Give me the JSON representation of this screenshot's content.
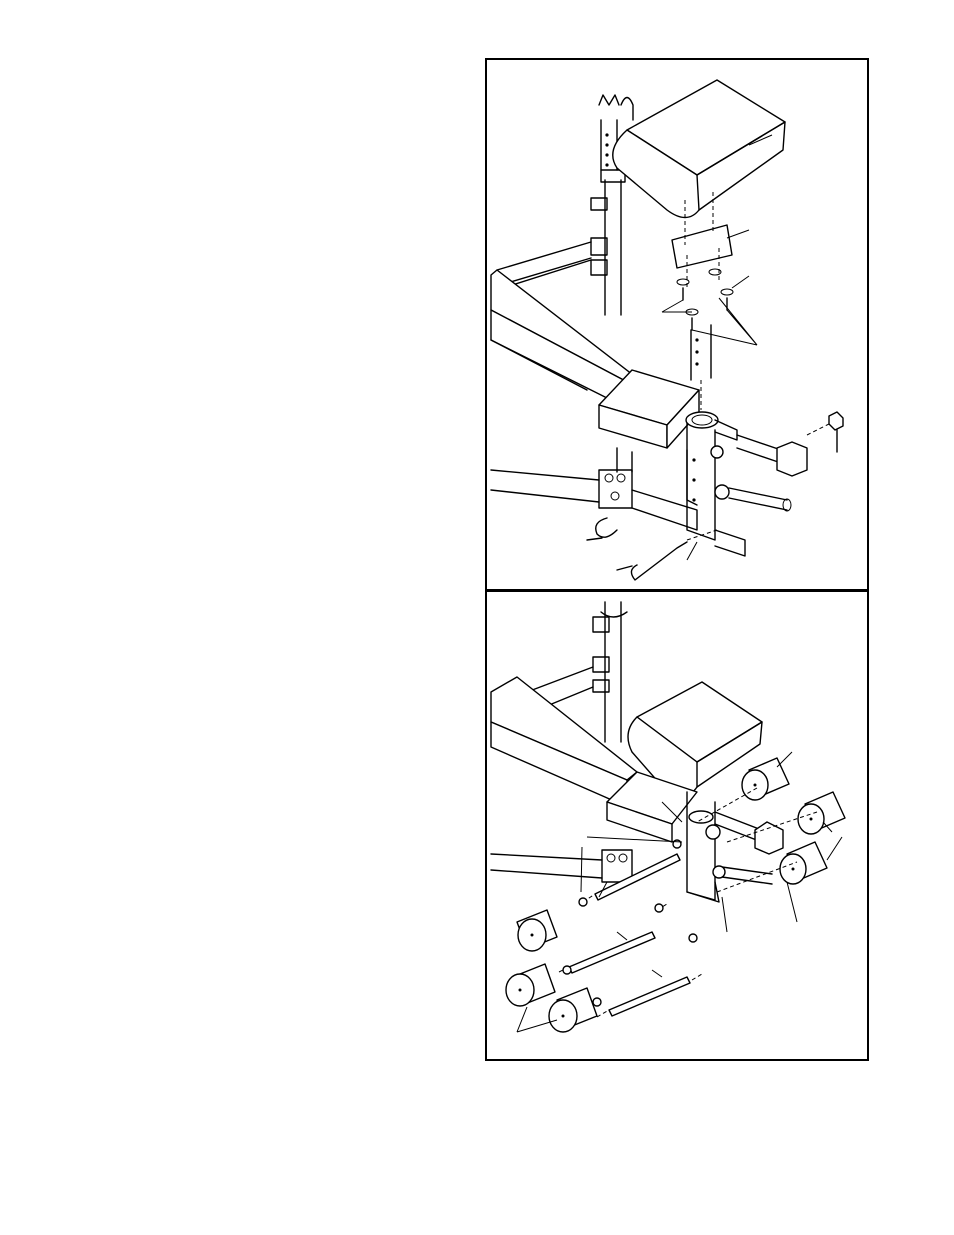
{
  "page": {
    "background": "#ffffff",
    "line_color": "#000000"
  },
  "figures": [
    {
      "id": "top",
      "depicts": [
        "leg-lever-upright",
        "preacher-pad",
        "pad-bracket",
        "bolts",
        "nut",
        "spring-pin",
        "hook-pin",
        "seat",
        "backrest"
      ]
    },
    {
      "id": "bottom",
      "depicts": [
        "preacher-pad",
        "foam-rollers",
        "roller-tubes",
        "end-caps",
        "seat",
        "backrest"
      ]
    }
  ]
}
